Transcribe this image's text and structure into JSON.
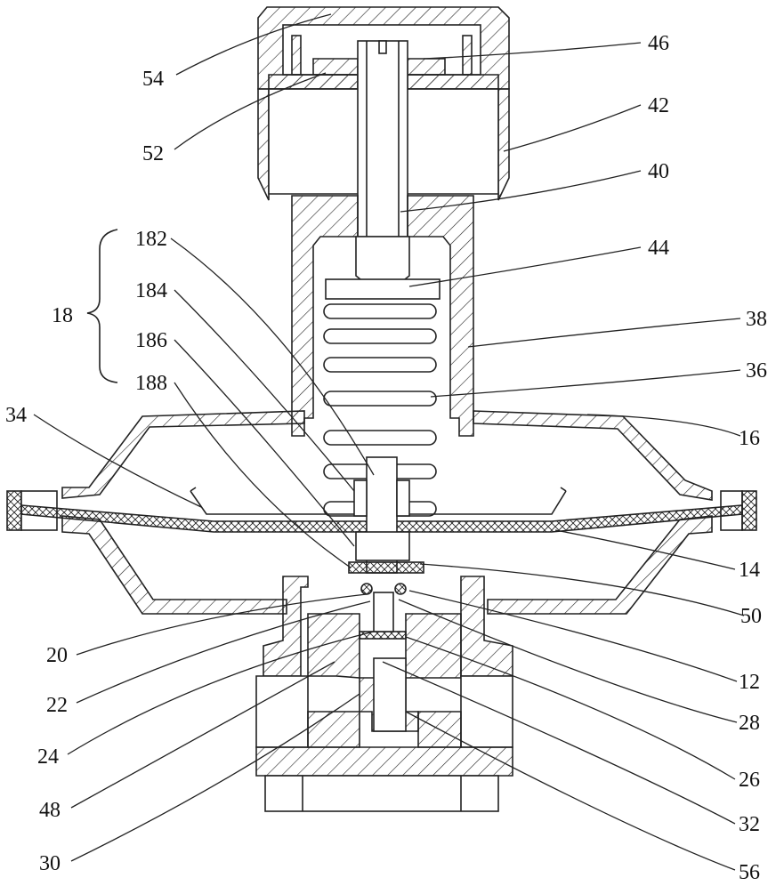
{
  "labels": {
    "l54": "54",
    "l52": "52",
    "l46": "46",
    "l42": "42",
    "l40": "40",
    "l44": "44",
    "l38": "38",
    "l36": "36",
    "l16": "16",
    "l14": "14",
    "l50": "50",
    "l12": "12",
    "l28": "28",
    "l26": "26",
    "l32": "32",
    "l56": "56",
    "l18": "18",
    "l182": "182",
    "l184": "184",
    "l186": "186",
    "l188": "188",
    "l34": "34",
    "l20": "20",
    "l22": "22",
    "l24": "24",
    "l48": "48",
    "l30": "30"
  }
}
